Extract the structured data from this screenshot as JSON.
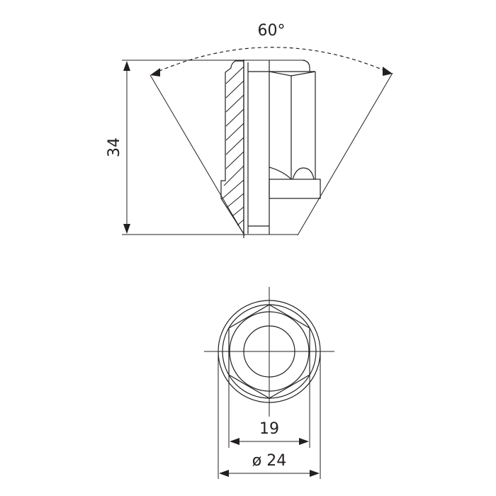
{
  "drawing": {
    "subject": "lug nut technical drawing",
    "side_view": {
      "angle_label": "60°",
      "height_label": "34"
    },
    "top_view": {
      "hex_width_label": "19",
      "diameter_label": "ø 24"
    },
    "colors": {
      "line": "#231f20",
      "background": "#ffffff"
    }
  }
}
